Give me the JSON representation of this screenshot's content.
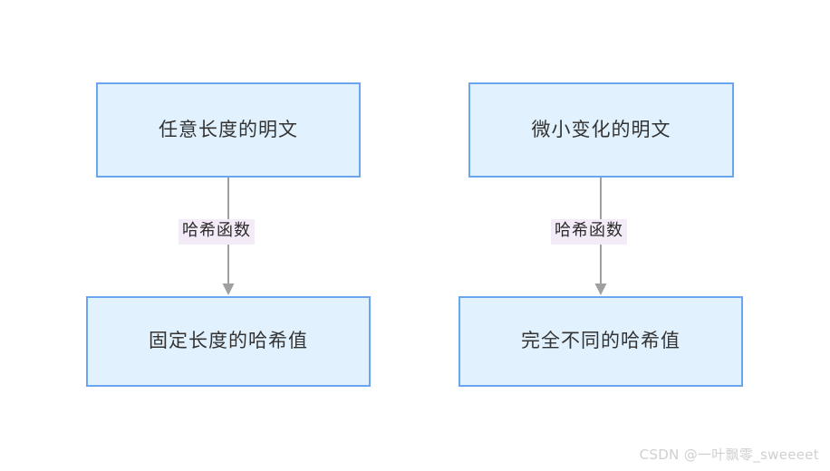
{
  "diagram": {
    "background_color": "#ffffff",
    "node_fill_color": "#e1f1fd",
    "node_border_color": "#6ba5f0",
    "connector_color": "#a0a0a0",
    "edge_label_background_color": "#f3ebf7",
    "nodes": [
      {
        "id": "plaintext-arbitrary",
        "label": "任意长度的明文"
      },
      {
        "id": "hash-fixed",
        "label": "固定长度的哈希值"
      },
      {
        "id": "plaintext-changed",
        "label": "微小变化的明文"
      },
      {
        "id": "hash-different",
        "label": "完全不同的哈希值"
      }
    ],
    "edges": [
      {
        "id": "edge-left",
        "from": "plaintext-arbitrary",
        "to": "hash-fixed",
        "label": "哈希函数"
      },
      {
        "id": "edge-right",
        "from": "plaintext-changed",
        "to": "hash-different",
        "label": "哈希函数"
      }
    ]
  },
  "watermark": {
    "text": "CSDN @一叶飘零_sweeeet",
    "color": "#d0d0d0"
  }
}
